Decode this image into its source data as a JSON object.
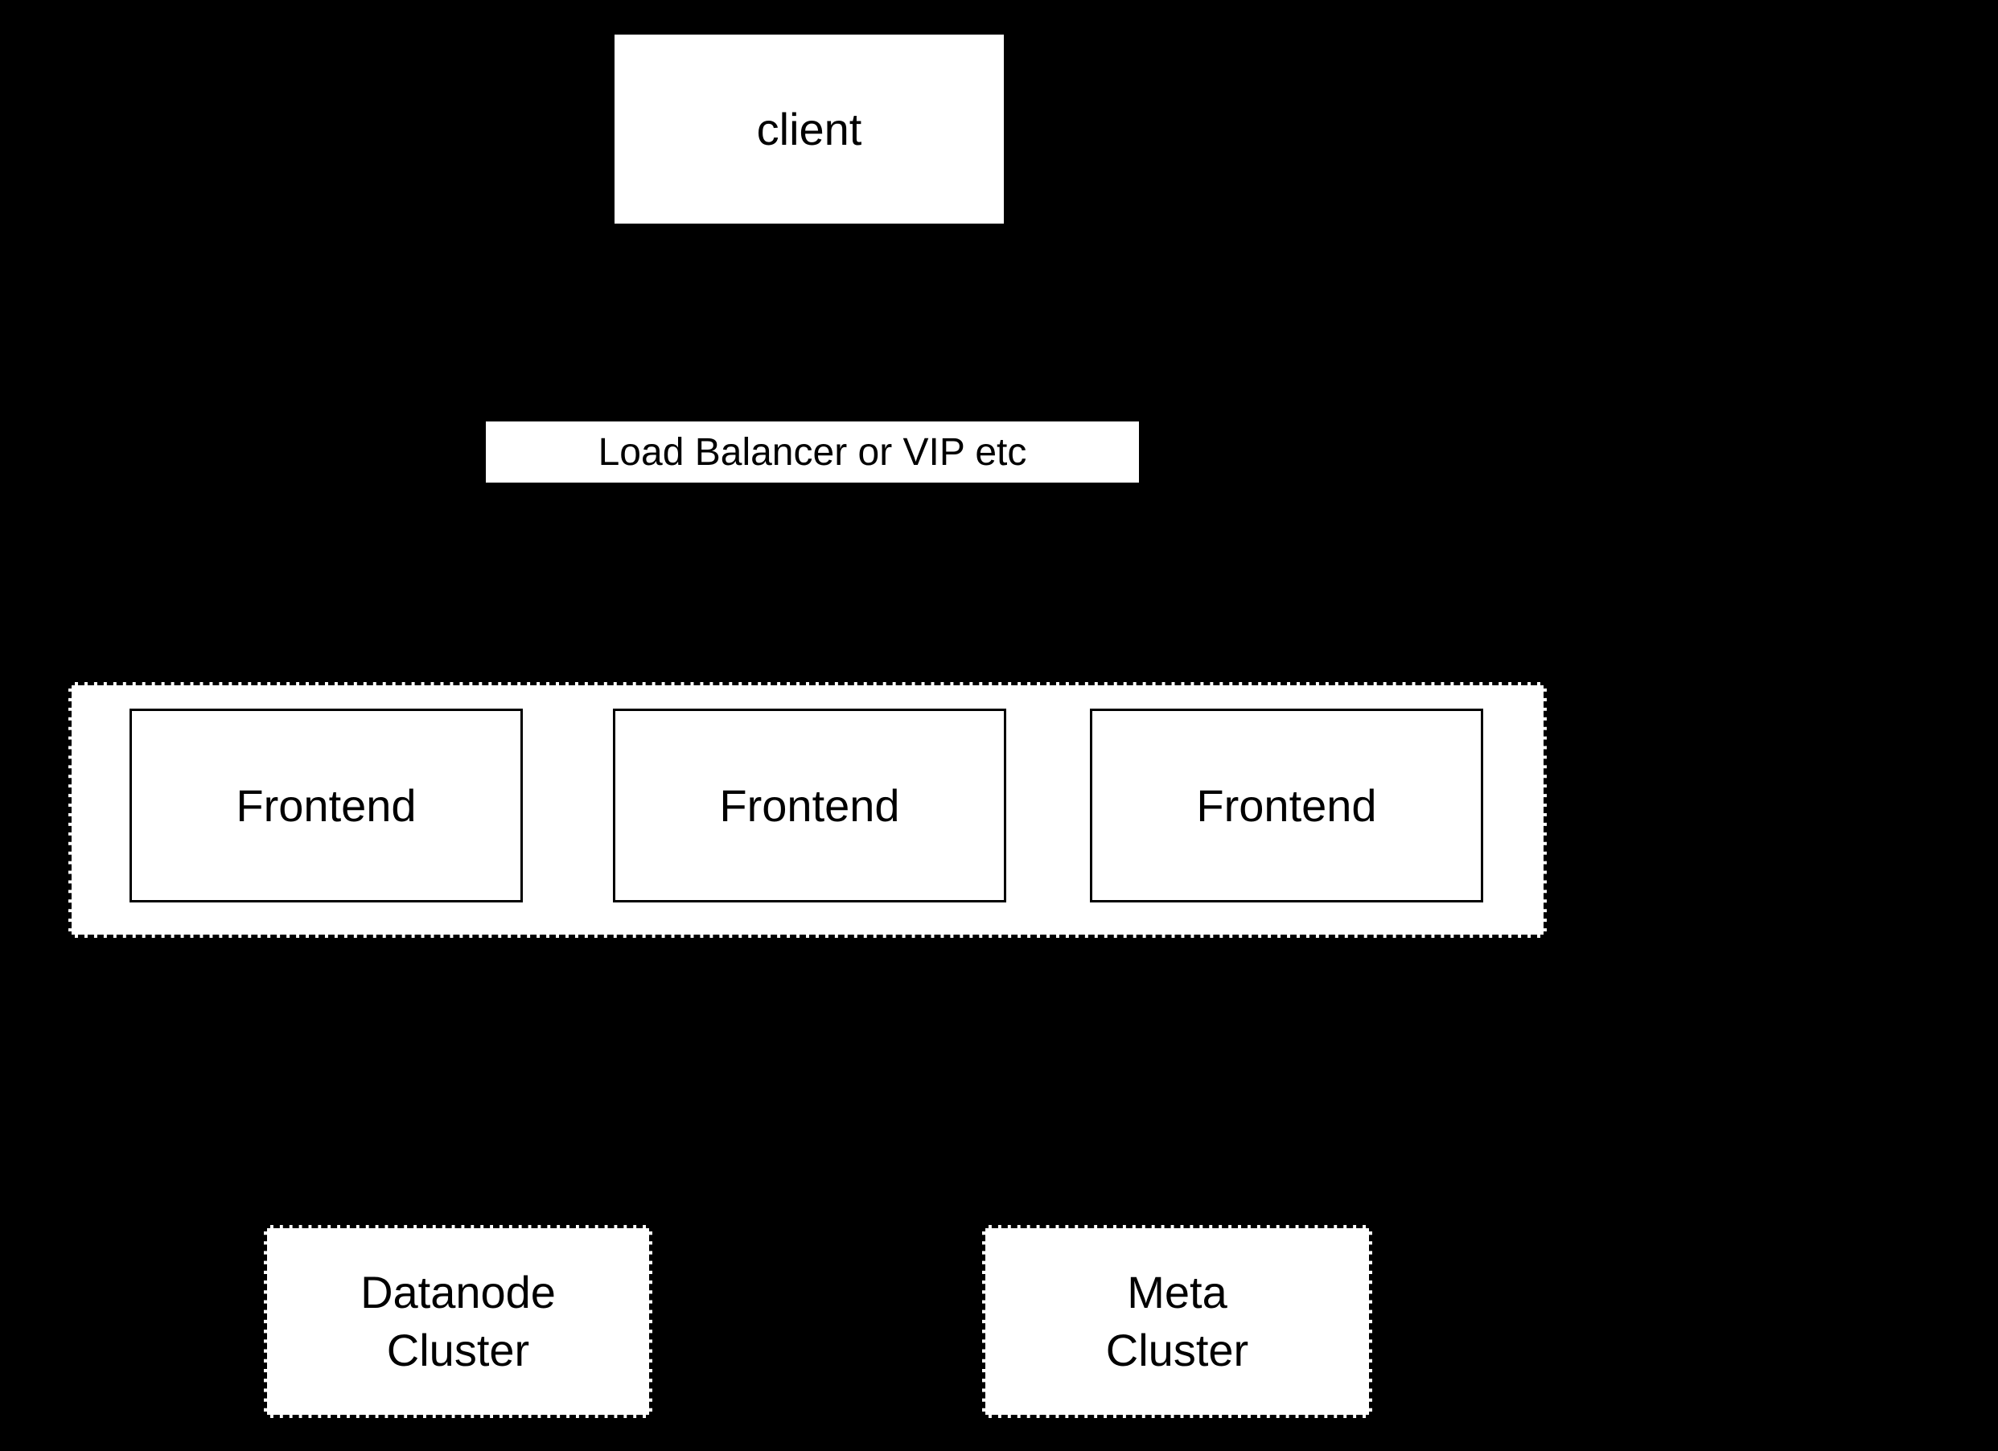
{
  "diagram": {
    "title": "cluster architecture diagram",
    "colors": {
      "background": "#000000",
      "node_fill": "#ffffff",
      "line_color": "#000000",
      "text_color": "#000000"
    },
    "nodes": {
      "client": {
        "label": "client"
      },
      "load_balancer": {
        "label": "Load Balancer or VIP etc"
      },
      "frontends": [
        {
          "label": "Frontend"
        },
        {
          "label": "Frontend"
        },
        {
          "label": "Frontend"
        }
      ],
      "datanode_cluster": {
        "line1": "Datanode",
        "line2": "Cluster"
      },
      "meta_cluster": {
        "line1": "Meta",
        "line2": "Cluster"
      }
    }
  }
}
